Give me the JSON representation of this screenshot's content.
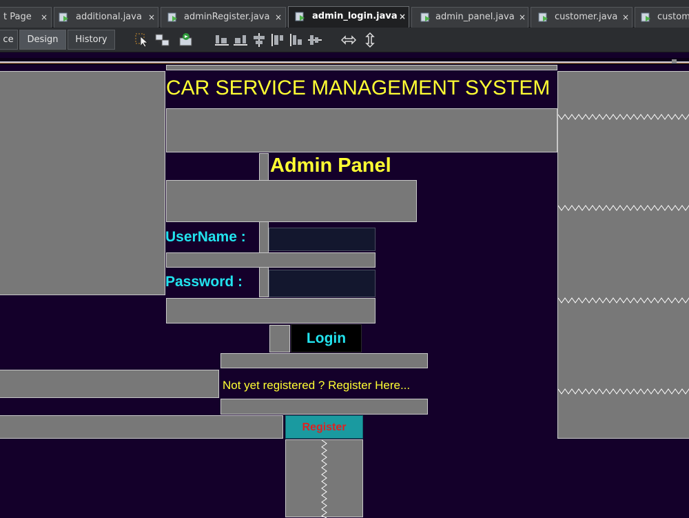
{
  "tabs": [
    {
      "label": "t Page",
      "active": false
    },
    {
      "label": "additional.java",
      "active": false
    },
    {
      "label": "adminRegister.java",
      "active": false
    },
    {
      "label": "admin_login.java",
      "active": true
    },
    {
      "label": "admin_panel.java",
      "active": false
    },
    {
      "label": "customer.java",
      "active": false
    },
    {
      "label": "custom",
      "active": false
    }
  ],
  "tab_close_glyph": "×",
  "toolbar": {
    "source_label": "ce",
    "design_label": "Design",
    "history_label": "History"
  },
  "form": {
    "title": "CAR SERVICE MANAGEMENT SYSTEM",
    "panel_heading": "Admin Panel",
    "username_label": "UserName :",
    "password_label": "Password :",
    "username_value": "",
    "password_value": "",
    "login_label": "Login",
    "register_prompt": "Not yet registered ? Register Here...",
    "register_label": "Register"
  },
  "colors": {
    "canvas_bg": "#14002a",
    "title_yellow": "#ffff33",
    "label_cyan": "#22e3ee",
    "register_red": "#dd2222",
    "register_bg": "#1a9aa0",
    "filler_gray": "#787878"
  }
}
